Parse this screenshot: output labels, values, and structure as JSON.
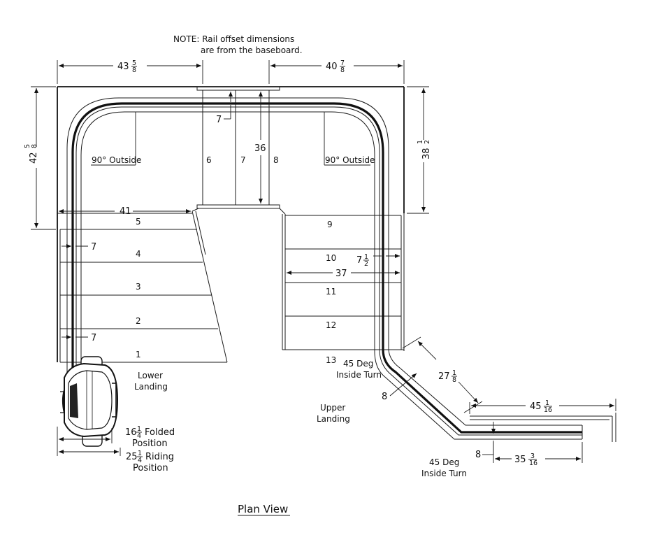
{
  "note": {
    "line1": "NOTE: Rail offset dimensions",
    "line2": "are from the baseboard."
  },
  "dimensions": {
    "top_left": {
      "whole": "43",
      "num": "5",
      "den": "8"
    },
    "top_right": {
      "whole": "40",
      "num": "7",
      "den": "8"
    },
    "left_side": {
      "whole": "42",
      "num": "5",
      "den": "8"
    },
    "right_side": {
      "whole": "38",
      "num": "1",
      "den": "2"
    },
    "landing_width": "36",
    "rail_offset_top": "7",
    "lower_run": "41",
    "rail_offset_left_upper": "7",
    "rail_offset_left_lower": "7",
    "upper_run": "37",
    "rail_offset_right": {
      "whole": "7",
      "num": "1",
      "den": "2"
    },
    "diagonal": {
      "whole": "27",
      "num": "1",
      "den": "8"
    },
    "diagonal_offset": "8",
    "bottom_right_upper": {
      "whole": "45",
      "num": "1",
      "den": "16"
    },
    "bottom_right_lower": {
      "whole": "35",
      "num": "3",
      "den": "16"
    },
    "bottom_offset": "8"
  },
  "labels": {
    "outside_left": "90° Outside",
    "outside_right": "90° Outside",
    "landing_6": "6",
    "landing_7": "7",
    "landing_8": "8",
    "lower_landing": [
      "Lower",
      "Landing"
    ],
    "upper_landing": [
      "Upper",
      "Landing"
    ],
    "turn_upper": [
      "45 Deg",
      "Inside Turn"
    ],
    "turn_lower": [
      "45 Deg",
      "Inside Turn"
    ],
    "folded": {
      "whole": "16",
      "num": "1",
      "den": "4",
      "text": "Folded",
      "line2": "Position"
    },
    "riding": {
      "whole": "25",
      "num": "1",
      "den": "4",
      "text": "Riding",
      "line2": "Position"
    },
    "view_title": "Plan View"
  },
  "stairs_lower": [
    "5",
    "4",
    "3",
    "2",
    "1"
  ],
  "stairs_upper": [
    "9",
    "10",
    "11",
    "12",
    "13"
  ]
}
